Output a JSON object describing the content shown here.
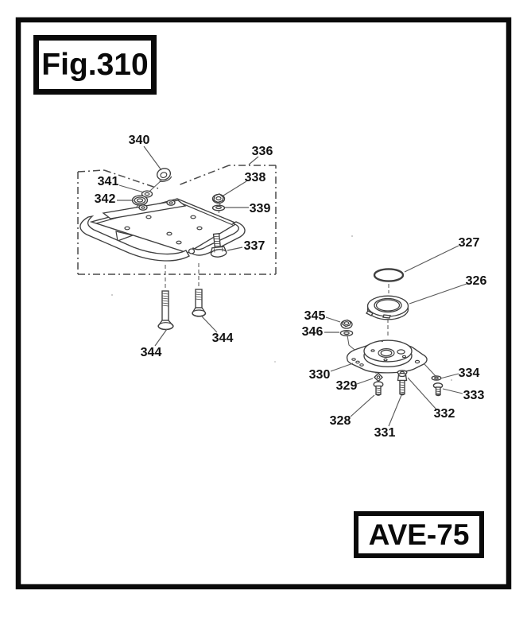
{
  "figure_label": "Fig.310",
  "model_label": "AVE-75",
  "parts": [
    {
      "number": "340"
    },
    {
      "number": "336"
    },
    {
      "number": "341"
    },
    {
      "number": "342"
    },
    {
      "number": "338"
    },
    {
      "number": "339"
    },
    {
      "number": "337"
    },
    {
      "number": "344"
    },
    {
      "number": "344"
    },
    {
      "number": "327"
    },
    {
      "number": "326"
    },
    {
      "number": "345"
    },
    {
      "number": "346"
    },
    {
      "number": "330"
    },
    {
      "number": "329"
    },
    {
      "number": "328"
    },
    {
      "number": "331"
    },
    {
      "number": "332"
    },
    {
      "number": "333"
    },
    {
      "number": "334"
    }
  ],
  "colors": {
    "ink": "#0a0a0a",
    "drawing_line": "#3f3f3f",
    "background": "#ffffff"
  }
}
